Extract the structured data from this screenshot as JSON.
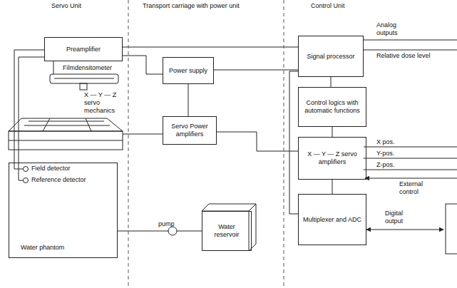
{
  "diagram": {
    "nodes": [
      {
        "text": [
          "Preamplifier"
        ]
      },
      {
        "text": [
          "Water phantom"
        ]
      },
      {
        "text": [
          "Power supply"
        ]
      },
      {
        "text": [
          "Servo Power amplifiers"
        ]
      },
      {
        "text": [
          "Water reservoir"
        ]
      },
      {
        "text": [
          "Signal processor"
        ]
      },
      {
        "text": [
          "Control logics with automatic functions"
        ]
      },
      {
        "text": [
          "X — Y — Z servo amplifiers"
        ]
      },
      {
        "text": [
          "Multiplexer and ADC"
        ]
      }
    ],
    "edges": [
      {
        "from": 0,
        "to": 5,
        "arrow": "none"
      },
      {
        "from": 2,
        "to": 5,
        "arrow": "none"
      },
      {
        "from": 2,
        "to": 0,
        "arrow": "none"
      },
      {
        "from": 3,
        "to": 7,
        "arrow": "none"
      },
      {
        "from": 5,
        "to": 6,
        "arrow": "none"
      },
      {
        "from": 6,
        "to": 7,
        "arrow": "none"
      },
      {
        "from": 7,
        "to": 8,
        "arrow": "none"
      },
      {
        "from": 5,
        "to": 8,
        "arrow": "none"
      },
      {
        "from": 1,
        "to": 4,
        "arrow": "none"
      },
      {
        "from": 2,
        "to": 3,
        "arrow": "none"
      }
    ],
    "labels": [
      "Servo Unit",
      "Transport carriage with power unit",
      "Control Unit",
      "Filmdensitometer",
      "X — Y — Z servo mechanics",
      "Field detector",
      "Reference detector",
      "pump",
      "Analog outputs",
      "Relative dose level",
      "X pos.",
      "Y-pos.",
      "Z-pos.",
      "External control",
      "Digital output"
    ]
  }
}
